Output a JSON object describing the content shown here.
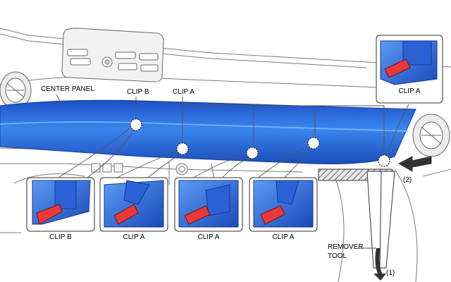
{
  "labels": {
    "center_panel": "CENTER PANEL",
    "clip_b_top": "CLIP B",
    "clip_a_top": "CLIP A",
    "remover_tool_line1": "REMOVER",
    "remover_tool_line2": "TOOL",
    "step_1": "(1)",
    "step_2": "(2)"
  },
  "insets": [
    {
      "caption": "CLIP B",
      "clip_type": "B"
    },
    {
      "caption": "CLIP A",
      "clip_type": "A"
    },
    {
      "caption": "CLIP A",
      "clip_type": "A"
    },
    {
      "caption": "CLIP A",
      "clip_type": "A"
    },
    {
      "caption": "CLIP A",
      "clip_type": "A"
    }
  ],
  "colors": {
    "panel_blue": "#2f6fe0",
    "clip_red": "#e8383a",
    "line_gray": "#6b6b6b",
    "dash_fill": "#d8d8d8"
  }
}
